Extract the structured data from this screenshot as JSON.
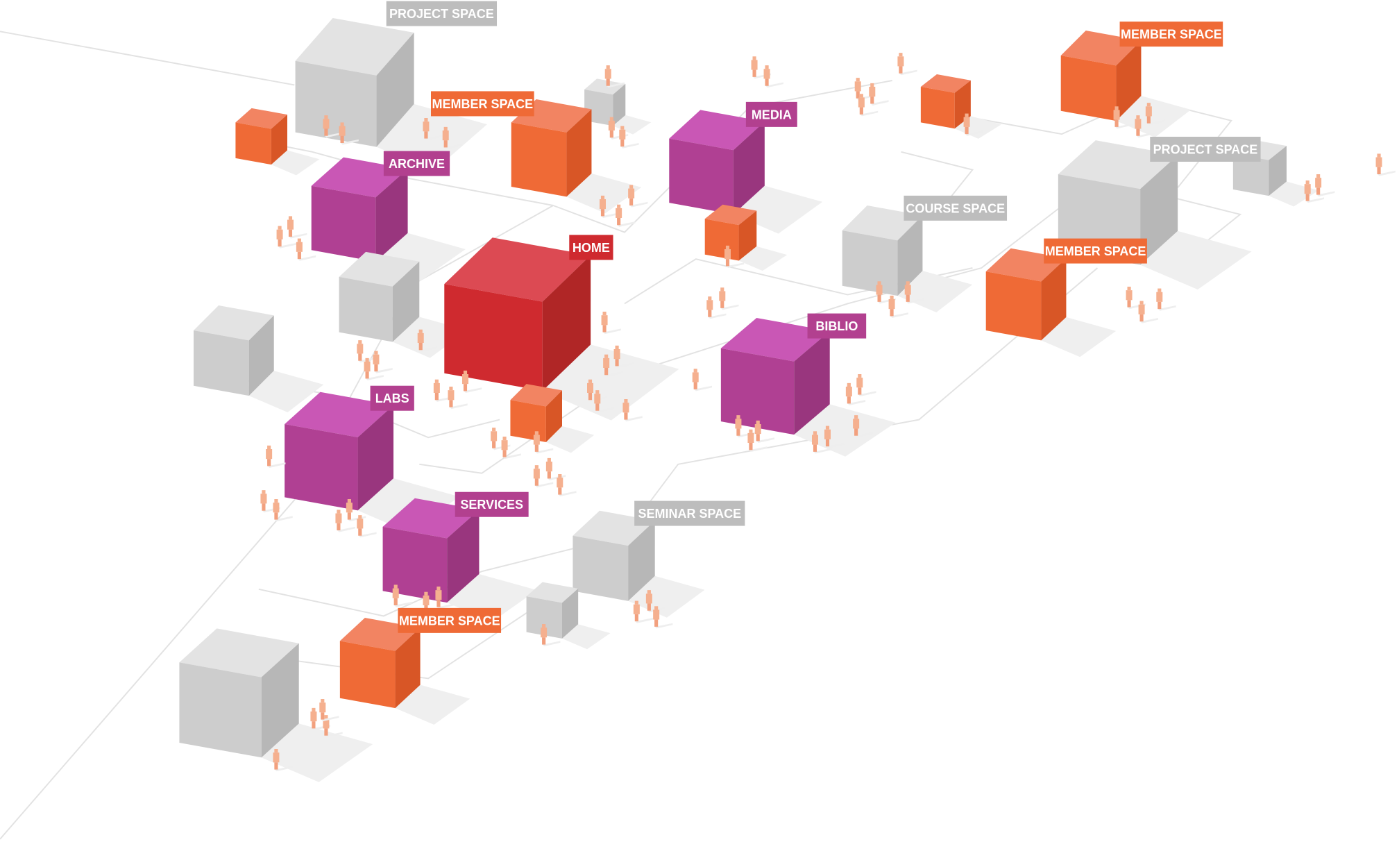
{
  "colors": {
    "home": "#cf2a2f",
    "core": "#b2408f",
    "member": "#ef6a36",
    "generic": "#bdbdbd",
    "people": "#f5b08f"
  },
  "labels": {
    "project_space_1": "PROJECT SPACE",
    "member_space_1": "MEMBER SPACE",
    "member_space_2": "MEMBER SPACE",
    "media": "MEDIA",
    "archive": "ARCHIVE",
    "home": "HOME",
    "project_space_2": "PROJECT SPACE",
    "course_space": "COURSE SPACE",
    "member_space_3": "MEMBER SPACE",
    "biblio": "BIBLIO",
    "labs": "LABS",
    "services": "SERVICES",
    "seminar_space": "SEMINAR SPACE",
    "member_space_4": "MEMBER SPACE"
  }
}
